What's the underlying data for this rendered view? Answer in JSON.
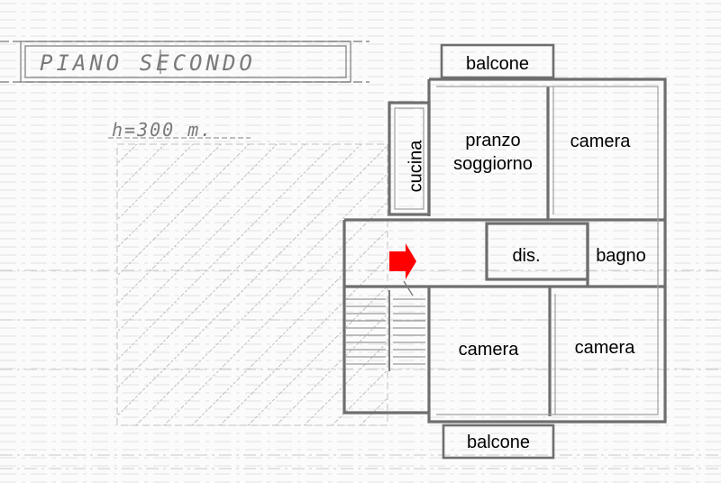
{
  "title": "PIANO SECONDO",
  "height_note": "h=300 m.",
  "rooms": {
    "balcone_top": "balcone",
    "pranzo": "pranzo",
    "soggiorno": "soggiorno",
    "camera_top_right": "camera",
    "cucina": "cucina",
    "dis": "dis.",
    "bagno": "bagno",
    "camera_bottom_left": "camera",
    "camera_bottom_right": "camera",
    "balcone_bottom": "balcone"
  },
  "marker": {
    "icon": "entrance-arrow-icon",
    "color": "#ff0000"
  },
  "colors": {
    "wall": "#6e6e6e",
    "hatch": "#a8a8a8",
    "paper": "#fbfbfb",
    "scan_lines": "#cfcfcf"
  }
}
